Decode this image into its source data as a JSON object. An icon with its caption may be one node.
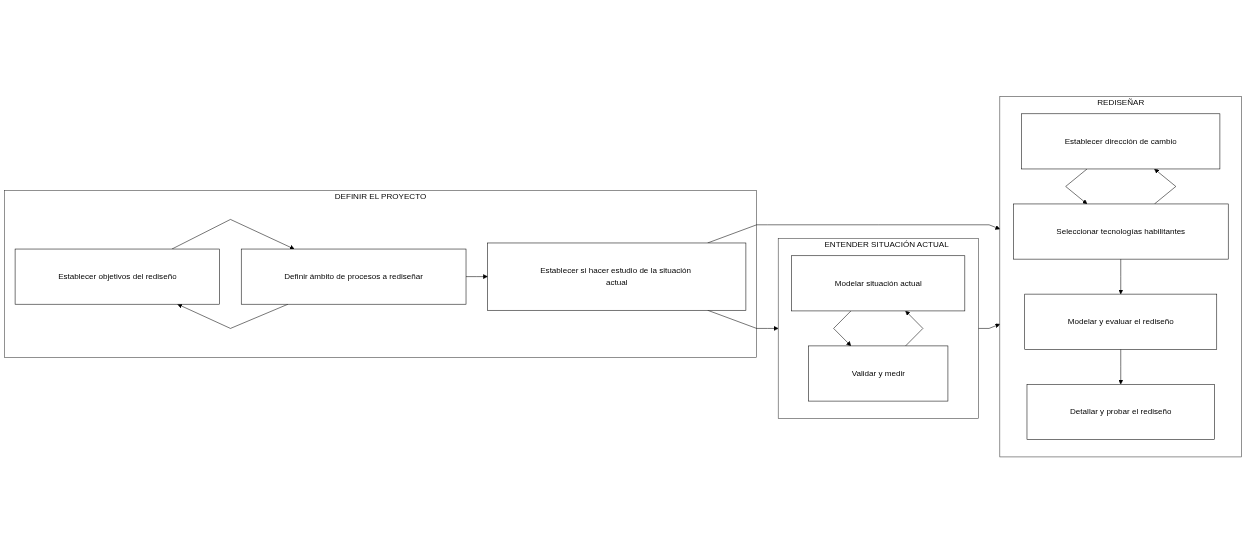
{
  "diagram": {
    "nodes": [
      {
        "text": [
          "DEFINIR EL PROYECTO"
        ]
      },
      {
        "text": [
          "Establecer objetivos del rediseño"
        ],
        "in": 0
      },
      {
        "text": [
          "Definir ámbito de procesos a rediseñar"
        ],
        "in": 0
      },
      {
        "text": [
          "Establecer si hacer estudio de la situación actual"
        ],
        "in": 0
      },
      {
        "text": [
          "ENTENDER SITUACIÓN ACTUAL"
        ]
      },
      {
        "text": [
          "Modelar situación actual"
        ],
        "in": 4
      },
      {
        "text": [
          "Validar  y medir"
        ],
        "in": 4
      },
      {
        "text": [
          "REDISEÑAR"
        ]
      },
      {
        "text": [
          "Establecer dirección de cambio"
        ],
        "in": 7
      },
      {
        "text": [
          "Seleccionar tecnologías habilitantes"
        ],
        "in": 7
      },
      {
        "text": [
          "Modelar y evaluar el rediseño"
        ],
        "in": 7
      },
      {
        "text": [
          "Detallar y probar el rediseño"
        ],
        "in": 7
      }
    ],
    "edges": [
      {
        "from": 1,
        "to": 2,
        "arrow": "to"
      },
      {
        "from": 2,
        "to": 1,
        "arrow": "to"
      },
      {
        "from": 2,
        "to": 3,
        "arrow": "to"
      },
      {
        "from": 3,
        "to": 4,
        "arrow": "to"
      },
      {
        "from": 3,
        "to": 7,
        "arrow": "to"
      },
      {
        "from": 5,
        "to": 6,
        "arrow": "to"
      },
      {
        "from": 6,
        "to": 5,
        "arrow": "to"
      },
      {
        "from": 4,
        "to": 7,
        "arrow": "to"
      },
      {
        "from": 8,
        "to": 9,
        "arrow": "to"
      },
      {
        "from": 9,
        "to": 8,
        "arrow": "to"
      },
      {
        "from": 9,
        "to": 10,
        "arrow": "to"
      },
      {
        "from": 10,
        "to": 11,
        "arrow": "to"
      }
    ]
  }
}
